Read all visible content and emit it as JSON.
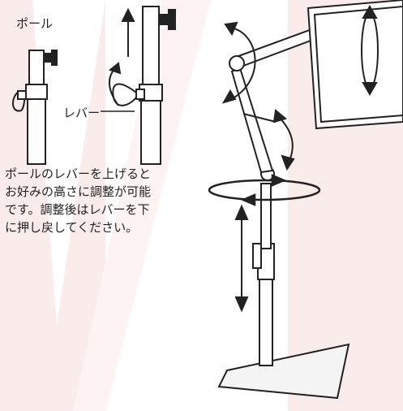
{
  "labels": {
    "pole": "ポール",
    "lever": "レバー"
  },
  "description": {
    "line1": "ポールのレバーを上げると",
    "line2": "お好みの高さに調整が可能",
    "line3": "です。調整後はレバーを下",
    "line4": "に押し戻してください。"
  },
  "colors": {
    "pink_bg": "#fbecec",
    "line": "#222222",
    "white": "#ffffff"
  },
  "icons": [
    "up-arrow-icon",
    "curved-arrow-icon",
    "rotate-arrow-icon",
    "vertical-arrow-icon",
    "horizontal-rotate-arrow-icon"
  ]
}
